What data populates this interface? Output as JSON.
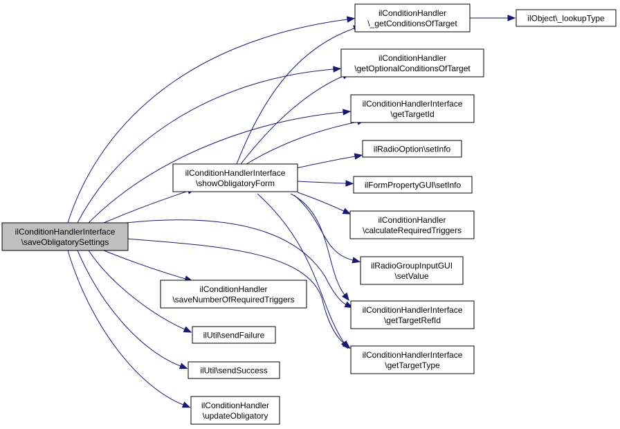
{
  "diagram": {
    "edge_color": "#191970",
    "root_fill": "#bfbfbf",
    "nodes": [
      {
        "id": "root",
        "lines": [
          "ilConditionHandlerInterface",
          "\\saveObligatorySettings"
        ]
      },
      {
        "id": "show",
        "lines": [
          "ilConditionHandlerInterface",
          "\\showObligatoryForm"
        ]
      },
      {
        "id": "getcond",
        "lines": [
          "ilConditionHandler",
          "\\_getConditionsOfTarget"
        ]
      },
      {
        "id": "lookup",
        "lines": [
          "ilObject\\_lookupType"
        ]
      },
      {
        "id": "getopt",
        "lines": [
          "ilConditionHandler",
          "\\getOptionalConditionsOfTarget"
        ]
      },
      {
        "id": "gettid",
        "lines": [
          "ilConditionHandlerInterface",
          "\\getTargetId"
        ]
      },
      {
        "id": "radioinfo",
        "lines": [
          "ilRadioOption\\setInfo"
        ]
      },
      {
        "id": "formprop",
        "lines": [
          "ilFormPropertyGUI\\setInfo"
        ]
      },
      {
        "id": "calcreq",
        "lines": [
          "ilConditionHandler",
          "\\calculateRequiredTriggers"
        ]
      },
      {
        "id": "radiogrp",
        "lines": [
          "ilRadioGroupInputGUI",
          "\\setValue"
        ]
      },
      {
        "id": "getref",
        "lines": [
          "ilConditionHandlerInterface",
          "\\getTargetRefId"
        ]
      },
      {
        "id": "gettype",
        "lines": [
          "ilConditionHandlerInterface",
          "\\getTargetType"
        ]
      },
      {
        "id": "savenum",
        "lines": [
          "ilConditionHandler",
          "\\saveNumberOfRequiredTriggers"
        ]
      },
      {
        "id": "sendfail",
        "lines": [
          "ilUtil\\sendFailure"
        ]
      },
      {
        "id": "sendsucc",
        "lines": [
          "ilUtil\\sendSuccess"
        ]
      },
      {
        "id": "updobl",
        "lines": [
          "ilConditionHandler",
          "\\updateObligatory"
        ]
      }
    ],
    "edges": [
      [
        "root",
        "show"
      ],
      [
        "root",
        "getcond"
      ],
      [
        "root",
        "getopt"
      ],
      [
        "root",
        "gettid"
      ],
      [
        "root",
        "getref"
      ],
      [
        "root",
        "gettype"
      ],
      [
        "root",
        "savenum"
      ],
      [
        "root",
        "sendfail"
      ],
      [
        "root",
        "sendsucc"
      ],
      [
        "root",
        "updobl"
      ],
      [
        "show",
        "getcond"
      ],
      [
        "show",
        "getopt"
      ],
      [
        "show",
        "gettid"
      ],
      [
        "show",
        "radioinfo"
      ],
      [
        "show",
        "formprop"
      ],
      [
        "show",
        "calcreq"
      ],
      [
        "show",
        "radiogrp"
      ],
      [
        "show",
        "getref"
      ],
      [
        "show",
        "gettype"
      ],
      [
        "getcond",
        "lookup"
      ]
    ]
  }
}
